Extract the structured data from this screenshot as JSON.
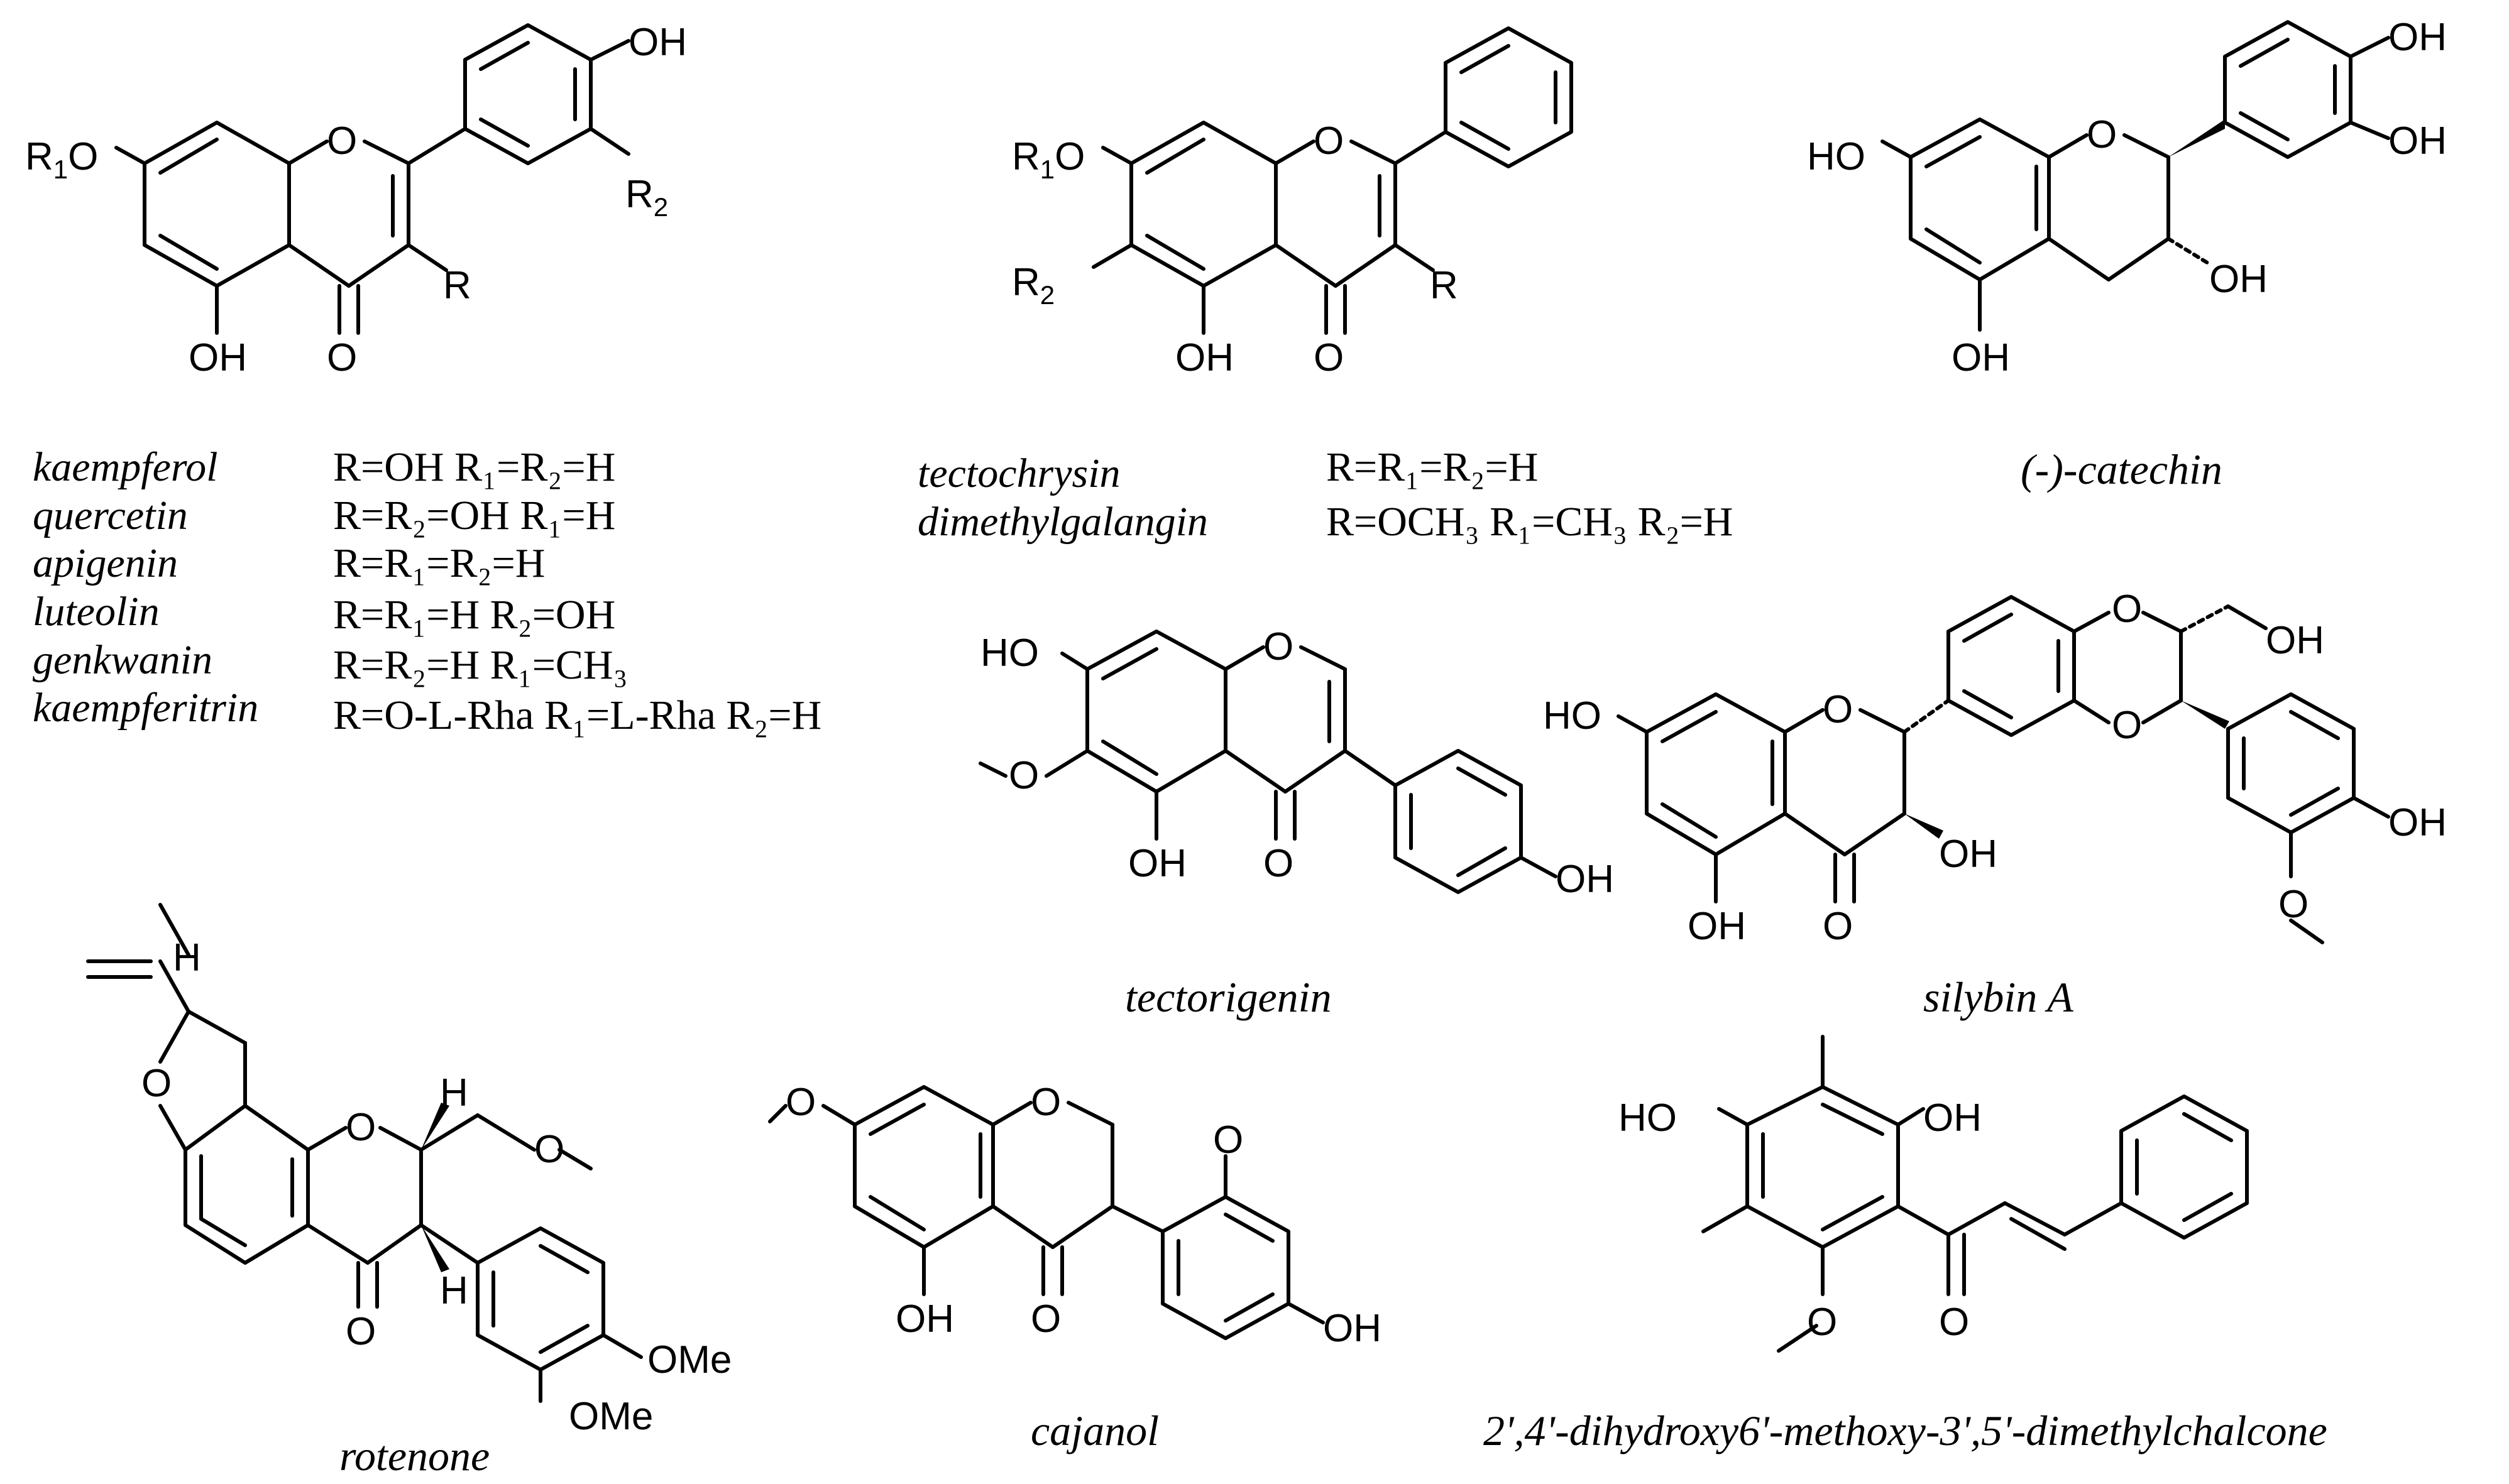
{
  "colors": {
    "ink": "#000000",
    "background": "#ffffff"
  },
  "atoms": {
    "OH": "OH",
    "HO": "HO",
    "O": "O",
    "R": "R",
    "R1": "R",
    "R2": "R",
    "sub1": "1",
    "sub2": "2",
    "H": "H",
    "OMe": "OMe"
  },
  "table1": {
    "rows": [
      {
        "name": "kaempferol",
        "def": "R=OH R₁=R₂=H"
      },
      {
        "name": "quercetin",
        "def": "R=R₂=OH R₁=H"
      },
      {
        "name": "apigenin",
        "def": "R=R₁=R₂=H"
      },
      {
        "name": "luteolin",
        "def": "R=R₁=H R₂=OH"
      },
      {
        "name": "genkwanin",
        "def": "R=R₂=H R₁=CH₃"
      },
      {
        "name": "kaempferitrin",
        "def": "R=O-L-Rha R₁=L-Rha R₂=H"
      }
    ]
  },
  "table2": {
    "rows": [
      {
        "name": "tectochrysin",
        "def": "R=R₁=R₂=H"
      },
      {
        "name": "dimethylgalangin",
        "def": "R=OCH₃ R₁=CH₃ R₂=H"
      }
    ]
  },
  "captions": {
    "catechin": "(-)-catechin",
    "tectorigenin": "tectorigenin",
    "silybin": "silybin A",
    "rotenone": "rotenone",
    "cajanol": "cajanol",
    "chalcone": "2',4'-dihydroxy6'-methoxy-3',5'-dimethylchalcone"
  }
}
